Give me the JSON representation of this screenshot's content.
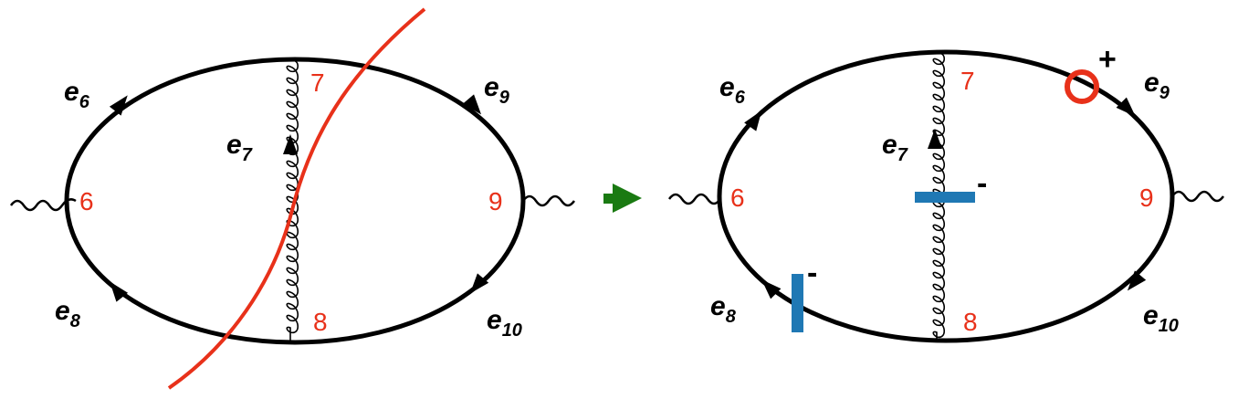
{
  "colors": {
    "line": "#000000",
    "vertex_label": "#e8311a",
    "cut_line": "#e8311a",
    "arrow": "#1a7a12",
    "minus_mark": "#1f78b4",
    "plus_mark": "#e8311a"
  },
  "left_diagram": {
    "edges": [
      {
        "base": "e",
        "sub": "6"
      },
      {
        "base": "e",
        "sub": "7"
      },
      {
        "base": "e",
        "sub": "8"
      },
      {
        "base": "e",
        "sub": "9"
      },
      {
        "base": "e",
        "sub": "10"
      }
    ],
    "vertices": [
      "6",
      "7",
      "8",
      "9"
    ]
  },
  "right_diagram": {
    "edges": [
      {
        "base": "e",
        "sub": "6"
      },
      {
        "base": "e",
        "sub": "7"
      },
      {
        "base": "e",
        "sub": "8"
      },
      {
        "base": "e",
        "sub": "9"
      },
      {
        "base": "e",
        "sub": "10"
      }
    ],
    "vertices": [
      "6",
      "7",
      "8",
      "9"
    ],
    "marks": {
      "plus": "+",
      "minus_gluon": "-",
      "minus_e8": "-"
    }
  }
}
